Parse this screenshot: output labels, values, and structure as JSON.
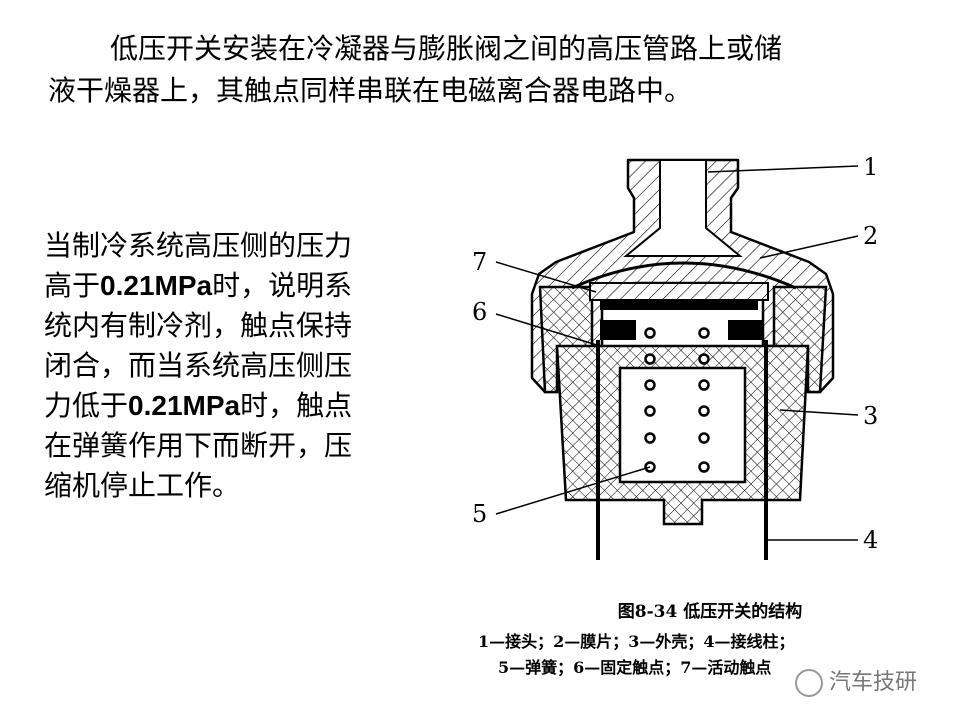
{
  "intro_lines": [
    "低压开关安装在冷凝器与膨胀阀之间的高压管路上或储",
    "液干燥器上，其触点同样串联在电磁离合器电路中。"
  ],
  "explain": {
    "line1": "当制冷系统高压侧的压力",
    "line2_pre": "高于",
    "line2_val": "0.21MPa",
    "line2_post": "时，说明系",
    "line3": "统内有制冷剂，触点保持",
    "line4": "闭合，而当系统高压侧压",
    "line5_pre": "力低于",
    "line5_val": "0.21MPa",
    "line5_post": "时，触点",
    "line6": "在弹簧作用下而断开，压",
    "line7": "缩机停止工作。"
  },
  "callouts": {
    "c1": "1",
    "c2": "2",
    "c3": "3",
    "c4": "4",
    "c5": "5",
    "c6": "6",
    "c7": "7"
  },
  "caption": {
    "title": "图8-34  低压开关的结构",
    "line1": "1—接头；2—膜片；3—外壳；4—接线柱；",
    "line2": "5—弹簧；6—固定触点；7—活动触点"
  },
  "watermark": "汽车技研"
}
